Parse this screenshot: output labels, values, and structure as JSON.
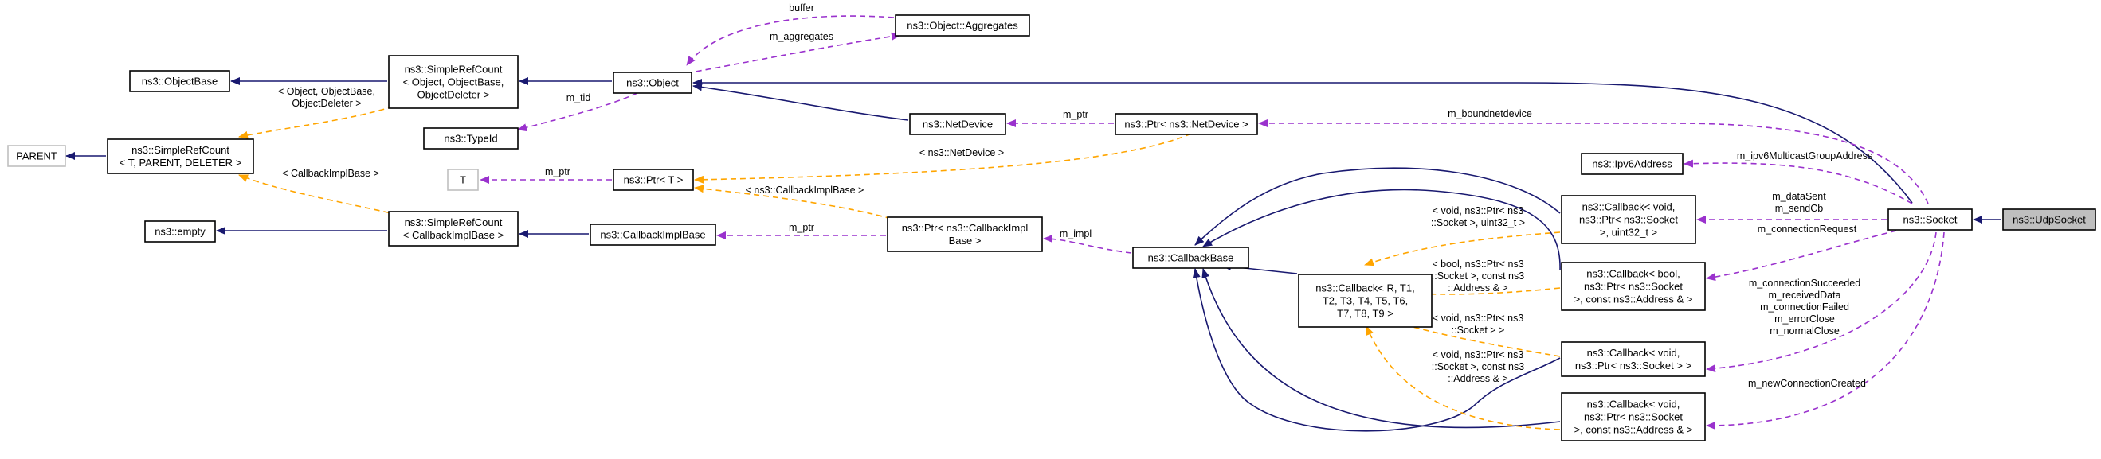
{
  "diagram": {
    "nodes": [
      {
        "id": "parent",
        "lines": [
          "PARENT"
        ],
        "style": "gray"
      },
      {
        "id": "objectbase",
        "lines": [
          "ns3::ObjectBase"
        ]
      },
      {
        "id": "simplerefcount_obj",
        "lines": [
          "ns3::SimpleRefCount",
          "< Object, ObjectBase,",
          "ObjectDeleter >"
        ]
      },
      {
        "id": "object",
        "lines": [
          "ns3::Object"
        ]
      },
      {
        "id": "aggregates",
        "lines": [
          "ns3::Object::Aggregates"
        ]
      },
      {
        "id": "simplerefcount_t",
        "lines": [
          "ns3::SimpleRefCount",
          "< T, PARENT, DELETER >"
        ]
      },
      {
        "id": "typeid",
        "lines": [
          "ns3::TypeId"
        ]
      },
      {
        "id": "netdevice",
        "lines": [
          "ns3::NetDevice"
        ]
      },
      {
        "id": "ptr_netdevice",
        "lines": [
          "ns3::Ptr< ns3::NetDevice >"
        ]
      },
      {
        "id": "t",
        "lines": [
          "T"
        ],
        "style": "gray"
      },
      {
        "id": "ptr_t",
        "lines": [
          "ns3::Ptr< T >"
        ]
      },
      {
        "id": "ipv6address",
        "lines": [
          "ns3::Ipv6Address"
        ]
      },
      {
        "id": "empty",
        "lines": [
          "ns3::empty"
        ]
      },
      {
        "id": "simplerefcount_cb",
        "lines": [
          "ns3::SimpleRefCount",
          "< CallbackImplBase >"
        ]
      },
      {
        "id": "callbackimplbase",
        "lines": [
          "ns3::CallbackImplBase"
        ]
      },
      {
        "id": "ptr_callbackimplbase",
        "lines": [
          "ns3::Ptr< ns3::CallbackImpl",
          "Base >"
        ]
      },
      {
        "id": "callbackbase",
        "lines": [
          "ns3::CallbackBase"
        ]
      },
      {
        "id": "callback_generic",
        "lines": [
          "ns3::Callback< R, T1,",
          "T2, T3, T4, T5, T6,",
          "T7, T8, T9 >"
        ]
      },
      {
        "id": "callback_void_uint",
        "lines": [
          "ns3::Callback< void,",
          "ns3::Ptr< ns3::Socket",
          ">, uint32_t >"
        ]
      },
      {
        "id": "callback_bool_addr",
        "lines": [
          "ns3::Callback< bool,",
          "ns3::Ptr< ns3::Socket",
          ">, const ns3::Address & >"
        ]
      },
      {
        "id": "callback_void_sock",
        "lines": [
          "ns3::Callback< void,",
          "ns3::Ptr< ns3::Socket > >"
        ]
      },
      {
        "id": "callback_void_addr",
        "lines": [
          "ns3::Callback< void,",
          "ns3::Ptr< ns3::Socket",
          ">, const ns3::Address & >"
        ]
      },
      {
        "id": "socket",
        "lines": [
          "ns3::Socket"
        ]
      },
      {
        "id": "udpsocket",
        "lines": [
          "ns3::UdpSocket"
        ],
        "style": "highlight"
      }
    ],
    "edge_labels": [
      {
        "id": "lbl_buffer",
        "lines": [
          "buffer"
        ]
      },
      {
        "id": "lbl_aggregates",
        "lines": [
          "m_aggregates"
        ]
      },
      {
        "id": "lbl_tplobj",
        "lines": [
          "< Object, ObjectBase,",
          "ObjectDeleter >"
        ]
      },
      {
        "id": "lbl_tid",
        "lines": [
          "m_tid"
        ]
      },
      {
        "id": "lbl_ptr_nd",
        "lines": [
          "m_ptr"
        ]
      },
      {
        "id": "lbl_boundnetdevice",
        "lines": [
          "m_boundnetdevice"
        ]
      },
      {
        "id": "lbl_tpl_nd",
        "lines": [
          "< ns3::NetDevice >"
        ]
      },
      {
        "id": "lbl_ptr_t",
        "lines": [
          "m_ptr"
        ]
      },
      {
        "id": "lbl_tpl_cbimpl",
        "lines": [
          "< CallbackImplBase >"
        ]
      },
      {
        "id": "lbl_ipv6mcast",
        "lines": [
          "m_ipv6MulticastGroupAddress"
        ]
      },
      {
        "id": "lbl_tpl_cbimpl2",
        "lines": [
          "< ns3::CallbackImplBase >"
        ]
      },
      {
        "id": "lbl_ptr_cb",
        "lines": [
          "m_ptr"
        ]
      },
      {
        "id": "lbl_impl",
        "lines": [
          "m_impl"
        ]
      },
      {
        "id": "lbl_datasent",
        "lines": [
          "m_dataSent",
          "m_sendCb"
        ]
      },
      {
        "id": "lbl_tpl_void_uint",
        "lines": [
          "< void, ns3::Ptr< ns3",
          "::Socket >, uint32_t >"
        ]
      },
      {
        "id": "lbl_connreq",
        "lines": [
          "m_connectionRequest"
        ]
      },
      {
        "id": "lbl_tpl_bool_addr",
        "lines": [
          "< bool, ns3::Ptr< ns3",
          "::Socket >, const ns3",
          "::Address & >"
        ]
      },
      {
        "id": "lbl_conn_multi",
        "lines": [
          "m_connectionSucceeded",
          "m_receivedData",
          "m_connectionFailed",
          "m_errorClose",
          "m_normalClose"
        ]
      },
      {
        "id": "lbl_tpl_void_sock",
        "lines": [
          "< void, ns3::Ptr< ns3",
          "::Socket > >"
        ]
      },
      {
        "id": "lbl_tpl_void_addr",
        "lines": [
          "< void, ns3::Ptr< ns3",
          "::Socket >, const ns3",
          "::Address & >"
        ]
      },
      {
        "id": "lbl_newconn",
        "lines": [
          "m_newConnectionCreated"
        ]
      }
    ],
    "colors": {
      "inheritance": "#191970",
      "usage": "#9a32cd",
      "template": "#ffa500",
      "highlight_fill": "#bfbfbf",
      "external_border": "#bfbfbf"
    }
  }
}
